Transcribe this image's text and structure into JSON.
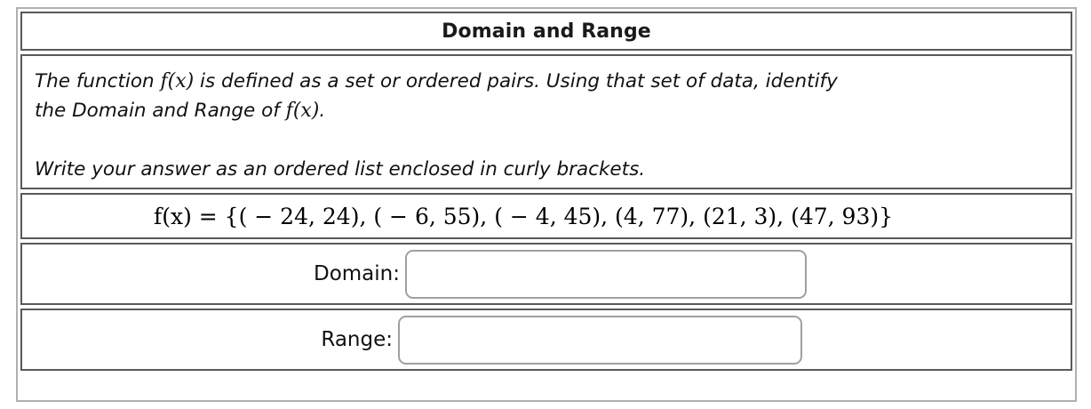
{
  "exercise": {
    "title": "Domain and Range",
    "instructions": {
      "line1_a": "The function ",
      "line1_math": "f(x)",
      "line1_b": " is defined as a set or ordered pairs. Using that set of data, identify",
      "line2_a": "the Domain and Range of ",
      "line2_math": "f(x)",
      "line2_b": ".",
      "line3": "Write your answer as an ordered list enclosed in curly brackets."
    },
    "function_definition": "f(x) = {( − 24, 24),  ( − 6, 55),  ( − 4, 45),  (4, 77),  (21, 3),  (47, 93)}",
    "function_name": "f(x)",
    "ordered_pairs": [
      [
        -24,
        24
      ],
      [
        -6,
        55
      ],
      [
        -4,
        45
      ],
      [
        4,
        77
      ],
      [
        21,
        3
      ],
      [
        47,
        93
      ]
    ],
    "fields": [
      {
        "label": "Domain:",
        "value": "",
        "placeholder": ""
      },
      {
        "label": "Range:",
        "value": "",
        "placeholder": ""
      }
    ]
  }
}
